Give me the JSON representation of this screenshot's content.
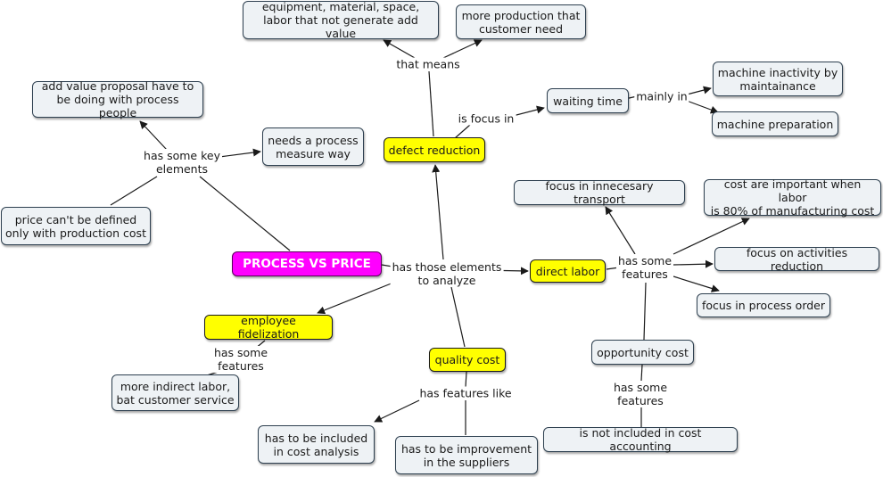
{
  "diagram": {
    "nodes": {
      "main": "PROCESS VS PRICE",
      "defect_reduction": "defect reduction",
      "direct_labor": "direct labor",
      "employee_fidelization": "employee fidelization",
      "quality_cost": "quality cost",
      "equipment": "equipment, material, space,\nlabor that not generate add value",
      "more_production": "more production that\ncustomer need",
      "waiting_time": "waiting time",
      "machine_inactivity": "machine inactivity by\nmaintainance",
      "machine_preparation": "machine preparation",
      "add_value_proposal": "add value proposal have to\nbe doing with process people",
      "process_measure": "needs a process\nmeasure way",
      "price_cant": "price can't be defined\nonly with production cost",
      "innecesary_transport": "focus in innecesary transport",
      "cost_important": "cost are important when labor\nis 80% of manufacturing cost",
      "activities_reduction": "focus on activities reduction",
      "process_order": "focus in process order",
      "opportunity_cost": "opportunity cost",
      "not_included": "is not included in cost accounting",
      "indirect_labor": "more indirect labor,\nbat customer service",
      "included_cost": "has to be included\nin cost analysis",
      "improvement_suppliers": "has to be improvement\nin the suppliers"
    },
    "links": {
      "that_means": "that means",
      "is_focus_in": "is focus in",
      "mainly_in": "mainly in",
      "has_key_elements": "has some key\nelements",
      "has_those_elements": "has those elements\nto analyze",
      "dl_has_features": "has some\nfeatures",
      "ef_has_features": "has some\nfeatures",
      "qc_features_like": "has features like",
      "oc_has_features": "has some\nfeatures"
    }
  }
}
